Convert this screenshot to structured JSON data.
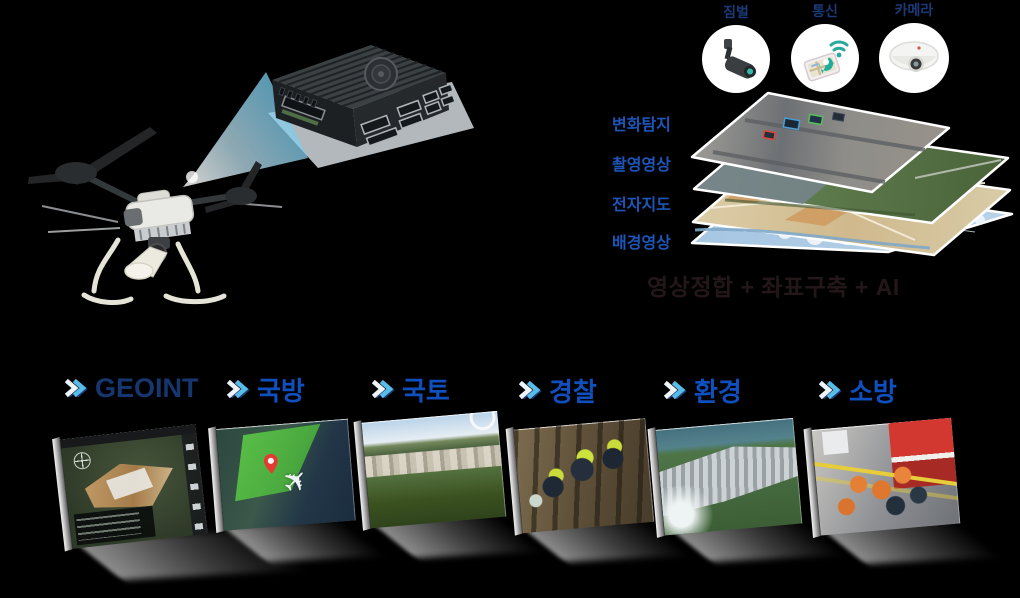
{
  "canvas": {
    "background": "#000000"
  },
  "hero": {
    "drone_name": "quadcopter-drone",
    "module_name": "edge-ai-module",
    "beam_color": "#7ccbe8"
  },
  "components": {
    "label_color": "#1a3a78",
    "items": [
      {
        "label": "짐벌",
        "icon": "gimbal-camera-icon"
      },
      {
        "label": "통신",
        "icon": "smartphone-comms-icon"
      },
      {
        "label": "카메라",
        "icon": "dome-camera-icon"
      }
    ]
  },
  "layers": {
    "label_color": "#1d55b8",
    "items": [
      {
        "label": "변화탐지"
      },
      {
        "label": "촬영영상"
      },
      {
        "label": "전자지도"
      },
      {
        "label": "배경영상"
      }
    ]
  },
  "formula": {
    "text": "영상정합 + 좌표구축 + AI",
    "color": "#241719"
  },
  "applications": {
    "korean_label_color": "#0f4fbe",
    "geoint_label_color": "#16366f",
    "chevron_colors": {
      "front_blue": "#58bce8",
      "back_white": "#eef3f5",
      "shadow_navy": "#1c3a74"
    },
    "items": [
      {
        "label": "GEOINT",
        "scene": "gis-analysis-screen"
      },
      {
        "label": "국방",
        "scene": "defense-radar-map"
      },
      {
        "label": "국토",
        "scene": "territory-3d-city"
      },
      {
        "label": "경찰",
        "scene": "police-mountain-search"
      },
      {
        "label": "환경",
        "scene": "environment-dam"
      },
      {
        "label": "소방",
        "scene": "fire-rescue-scene"
      }
    ]
  }
}
